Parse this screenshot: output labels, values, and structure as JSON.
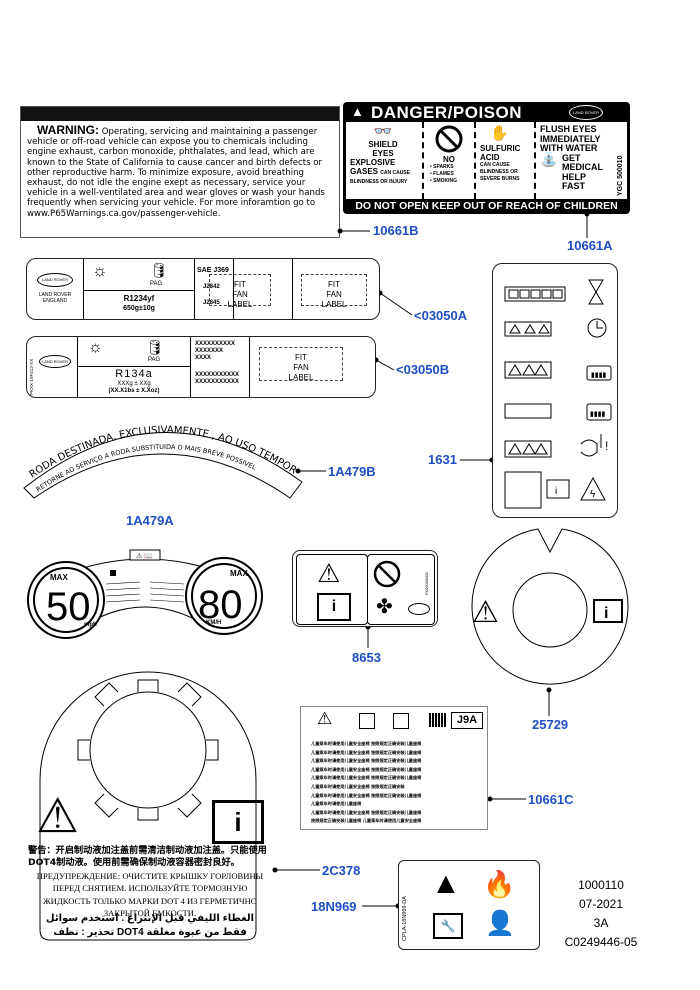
{
  "warning": {
    "heading": "WARNING:",
    "body": "Operating, servicing and maintaining a passenger vehicle or off-road vehicle can expose you to chemicals including engine exhaust, carbon monoxide, phthalates, and lead, which are known to the State of California to cause cancer and birth defects or other reproductive harm. To minimize exposure, avoid breathing exhaust, do not idle the engine exept as necessary, service your vehicle in a well-ventilated area and wear gloves or wash your hands frequently when servicing your vehicle. For more inforamtion go to www.P65Warnings.ca.gov/passenger-vehicle."
  },
  "danger": {
    "title": "DANGER/POISON",
    "brand": "LAND ROVER",
    "col1": [
      "SHIELD",
      "EYES",
      "EXPLOSIVE",
      "GASES",
      "CAN CAUSE",
      "BLINDNESS OR INJURY"
    ],
    "col2": [
      "NO",
      "• SPARKS",
      "• FLAMES",
      "• SMOKING"
    ],
    "col3": [
      "SULFURIC",
      "ACID",
      "CAN CAUSE",
      "BLINDNESS OR",
      "SEVERE BURNS"
    ],
    "col4": [
      "FLUSH EYES",
      "IMMEDIATELY",
      "WITH WATER",
      "GET",
      "MEDICAL",
      "HELP",
      "FAST"
    ],
    "side_code": "YGC 500010",
    "footer": "DO NOT OPEN KEEP OUT OF REACH OF CHILDREN"
  },
  "callouts": {
    "c10661b": "10661B",
    "c10661a": "10661A",
    "c03050a": "<03050A",
    "c03050b": "<03050B",
    "c1a479b": "1A479B",
    "c1a479a": "1A479A",
    "c1631": "1631",
    "c8653": "8653",
    "c25729": "25729",
    "c10661c": "10661C",
    "c2c378": "2C378",
    "c18n969": "18N969"
  },
  "ac_label_a": {
    "brand": "LAND ROVER",
    "origin_1": "LAND ROVER",
    "origin_2": "ENGLAND",
    "pag": "PAG",
    "refrigerant": "R1234yf",
    "charge": "650g±10g",
    "sae": "SAE J369",
    "j2842": "J2842",
    "j2845": "J2845",
    "fit1": [
      "FIT",
      "FAN",
      "LABEL"
    ],
    "fit2": [
      "FIT",
      "FAN",
      "LABEL"
    ]
  },
  "ac_label_b": {
    "brand": "LAND ROVER",
    "side_code": "PKXX-19F412-XX",
    "pag": "PAG",
    "refrigerant": "R134a",
    "charge_1": "XXXg ± XXg",
    "charge_2": "(XX.X1bs ± X.Xoz)",
    "xx1": "XXXXXXXXXX",
    "xx2": "XXXXXXX",
    "xx3": "XXXX",
    "xx4": "XXXXXXXXXXX",
    "xx5": "XXXXXXXXXXX",
    "fit": [
      "FIT",
      "FAN",
      "LABEL"
    ]
  },
  "arc_label": {
    "line1": "RODA DESTINADA, EXCLUSIVAMENTE , AO USO TEMPORARIO",
    "line2": "RETORNE AO SERVIÇO A RODA SUBSTITUIDA O MAIS BREVE POSSIVEL"
  },
  "speed_label": {
    "max_left": "MAX",
    "speed_left": "50",
    "unit_left": "mph",
    "max_right": "MAX",
    "speed_right": "80",
    "unit_right": "KM/H"
  },
  "label_8653": {
    "side_code": "FK00000000"
  },
  "label_10661c": {
    "code": "J9A",
    "lines": [
      "儿童乘车时请使用儿童安全座椅 按照规定正确安装儿童座椅",
      "儿童乘车时请使用儿童安全座椅 按照规定正确安装儿童座椅",
      "儿童乘车时请使用儿童安全座椅 按照规定正确安装儿童座椅",
      "儿童乘车时请使用儿童安全座椅 按照规定正确安装儿童座椅",
      "儿童乘车时请使用儿童安全座椅 按照规定正确安装儿童座椅",
      "儿童乘车时请使用儿童安全座椅 按照规定正确安装",
      "儿童乘车时请使用儿童安全座椅 按照规定正确安装儿童座椅",
      "儿童乘车时请使用儿童座椅",
      "儿童乘车时请使用儿童安全座椅 按照规定正确安装儿童座椅",
      "按照规定正确安装儿童座椅 儿童乘车时请使用儿童安全座椅"
    ]
  },
  "label_2c378": {
    "cn": "警告：开启制动液加注盖前需清洁制动液加注盖。只能使用DOT4制动液。使用前需确保制动液容器密封良好。",
    "ru": "ПРЕДУПРЕЖДЕНИЕ: ОЧИСТИТЕ КРЫШКУ ГОРЛОВИНЫ ПЕРЕД СНЯТИЕМ. ИСПОЛЬЗУЙТЕ ТОРМОЗНУЮ ЖИДКОСТЬ ТОЛЬКО МАРКИ DOT 4 ИЗ ГЕРМЕТИЧНО ЗАКРЫТОЙ ЕМКОСТИ.",
    "ar1": "الغطاء الليفي قبل الإنتزاع . استخدم سوائل",
    "ar2": "فقط من عبوة مغلقة DOT4 تحذير : نظف"
  },
  "label_18n969": {
    "side_code": "CPLA-18N969-DA"
  },
  "footer": {
    "line1": "1000110",
    "line2": "07-2021",
    "line3": "3A",
    "line4": "C0249446-05"
  }
}
